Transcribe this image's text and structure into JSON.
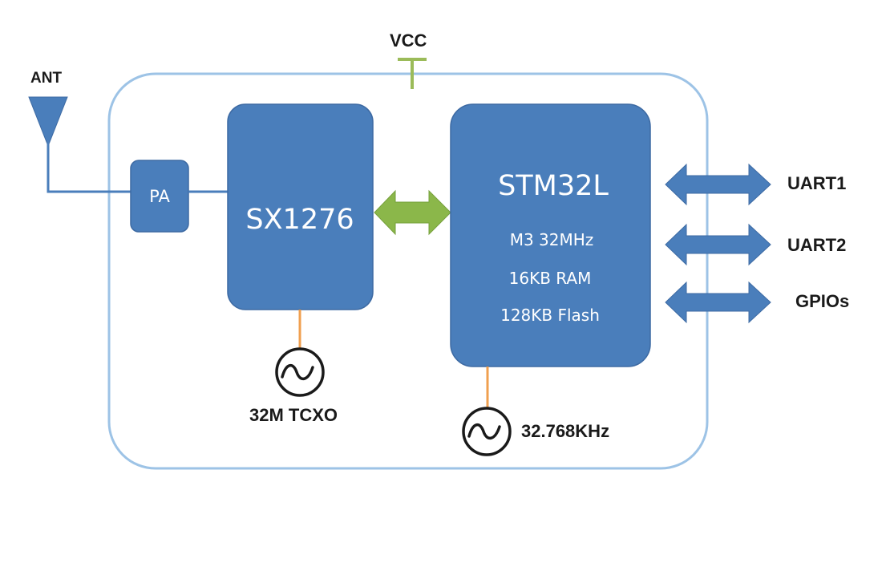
{
  "labels": {
    "vcc": "VCC",
    "ant": "ANT",
    "pa": "PA",
    "sx1276": "SX1276",
    "stm32l": "STM32L",
    "spec_cpu": "M3 32MHz",
    "spec_ram": "16KB RAM",
    "spec_flash": "128KB Flash",
    "uart1": "UART1",
    "uart2": "UART2",
    "gpios": "GPIOs",
    "tcxo": "32M TCXO",
    "rtc_crystal": "32.768KHz"
  },
  "colors": {
    "block_fill": "#4a7ebb",
    "block_stroke": "#3d6aa3",
    "module_outline": "#9dc3e6",
    "bus_arrow": "#8bb74a",
    "vcc_stub": "#9bbb59",
    "antenna_line": "#4a7ebb",
    "oscillator_line": "#f0a050"
  },
  "icons": {
    "antenna": "antenna-icon",
    "oscillator": "oscillator-icon"
  }
}
